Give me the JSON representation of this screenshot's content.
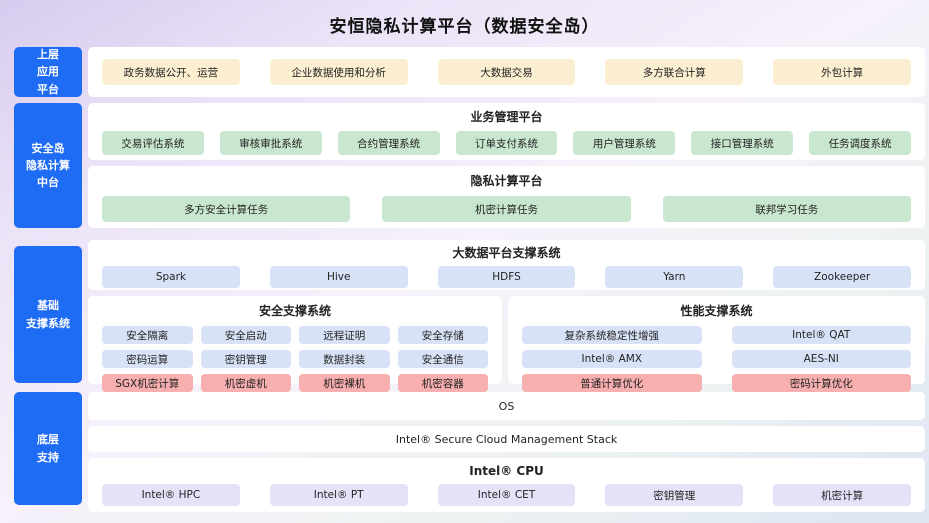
{
  "title": "安恒隐私计算平台（数据安全岛）",
  "colors": {
    "sidebar_blue": "#1e6bf4",
    "cream": "#fcefd1",
    "green": "#c9e7cf",
    "light_blue": "#d8e2f7",
    "pink": "#f8afaf",
    "lavender": "#e7e1f7",
    "panel_white": "#ffffff"
  },
  "sidebar": {
    "items": [
      {
        "lines": [
          "上层",
          "应用",
          "平台"
        ]
      },
      {
        "lines": [
          "安全岛",
          "隐私计算",
          "中台"
        ]
      },
      {
        "lines": [
          "基础",
          "支撑系统"
        ]
      },
      {
        "lines": [
          "底层",
          "支持"
        ]
      }
    ]
  },
  "sections": {
    "app": {
      "items": [
        "政务数据公开、运营",
        "企业数据使用和分析",
        "大数据交易",
        "多方联合计算",
        "外包计算"
      ]
    },
    "business": {
      "title": "业务管理平台",
      "items": [
        "交易评估系统",
        "审核审批系统",
        "合约管理系统",
        "订单支付系统",
        "用户管理系统",
        "接口管理系统",
        "任务调度系统"
      ]
    },
    "privacy": {
      "title": "隐私计算平台",
      "items": [
        "多方安全计算任务",
        "机密计算任务",
        "联邦学习任务"
      ]
    },
    "bigdata": {
      "title": "大数据平台支撑系统",
      "items": [
        "Spark",
        "Hive",
        "HDFS",
        "Yarn",
        "Zookeeper"
      ]
    },
    "security": {
      "title": "安全支撑系统",
      "rows": [
        [
          "安全隔离",
          "安全启动",
          "远程证明",
          "安全存储"
        ],
        [
          "密码运算",
          "密钥管理",
          "数据封装",
          "安全通信"
        ],
        [
          "SGX机密计算",
          "机密虚机",
          "机密裸机",
          "机密容器"
        ]
      ]
    },
    "performance": {
      "title": "性能支撑系统",
      "rows": [
        [
          "复杂系统稳定性增强",
          "Intel® QAT"
        ],
        [
          "Intel® AMX",
          "AES-NI"
        ],
        [
          "普通计算优化",
          "密码计算优化"
        ]
      ]
    },
    "os": {
      "label": "OS"
    },
    "stack": {
      "label": "Intel® Secure Cloud Management Stack"
    },
    "cpu": {
      "title": "Intel® CPU",
      "items": [
        "Intel® HPC",
        "Intel® PT",
        "Intel® CET",
        "密钥管理",
        "机密计算"
      ]
    }
  }
}
